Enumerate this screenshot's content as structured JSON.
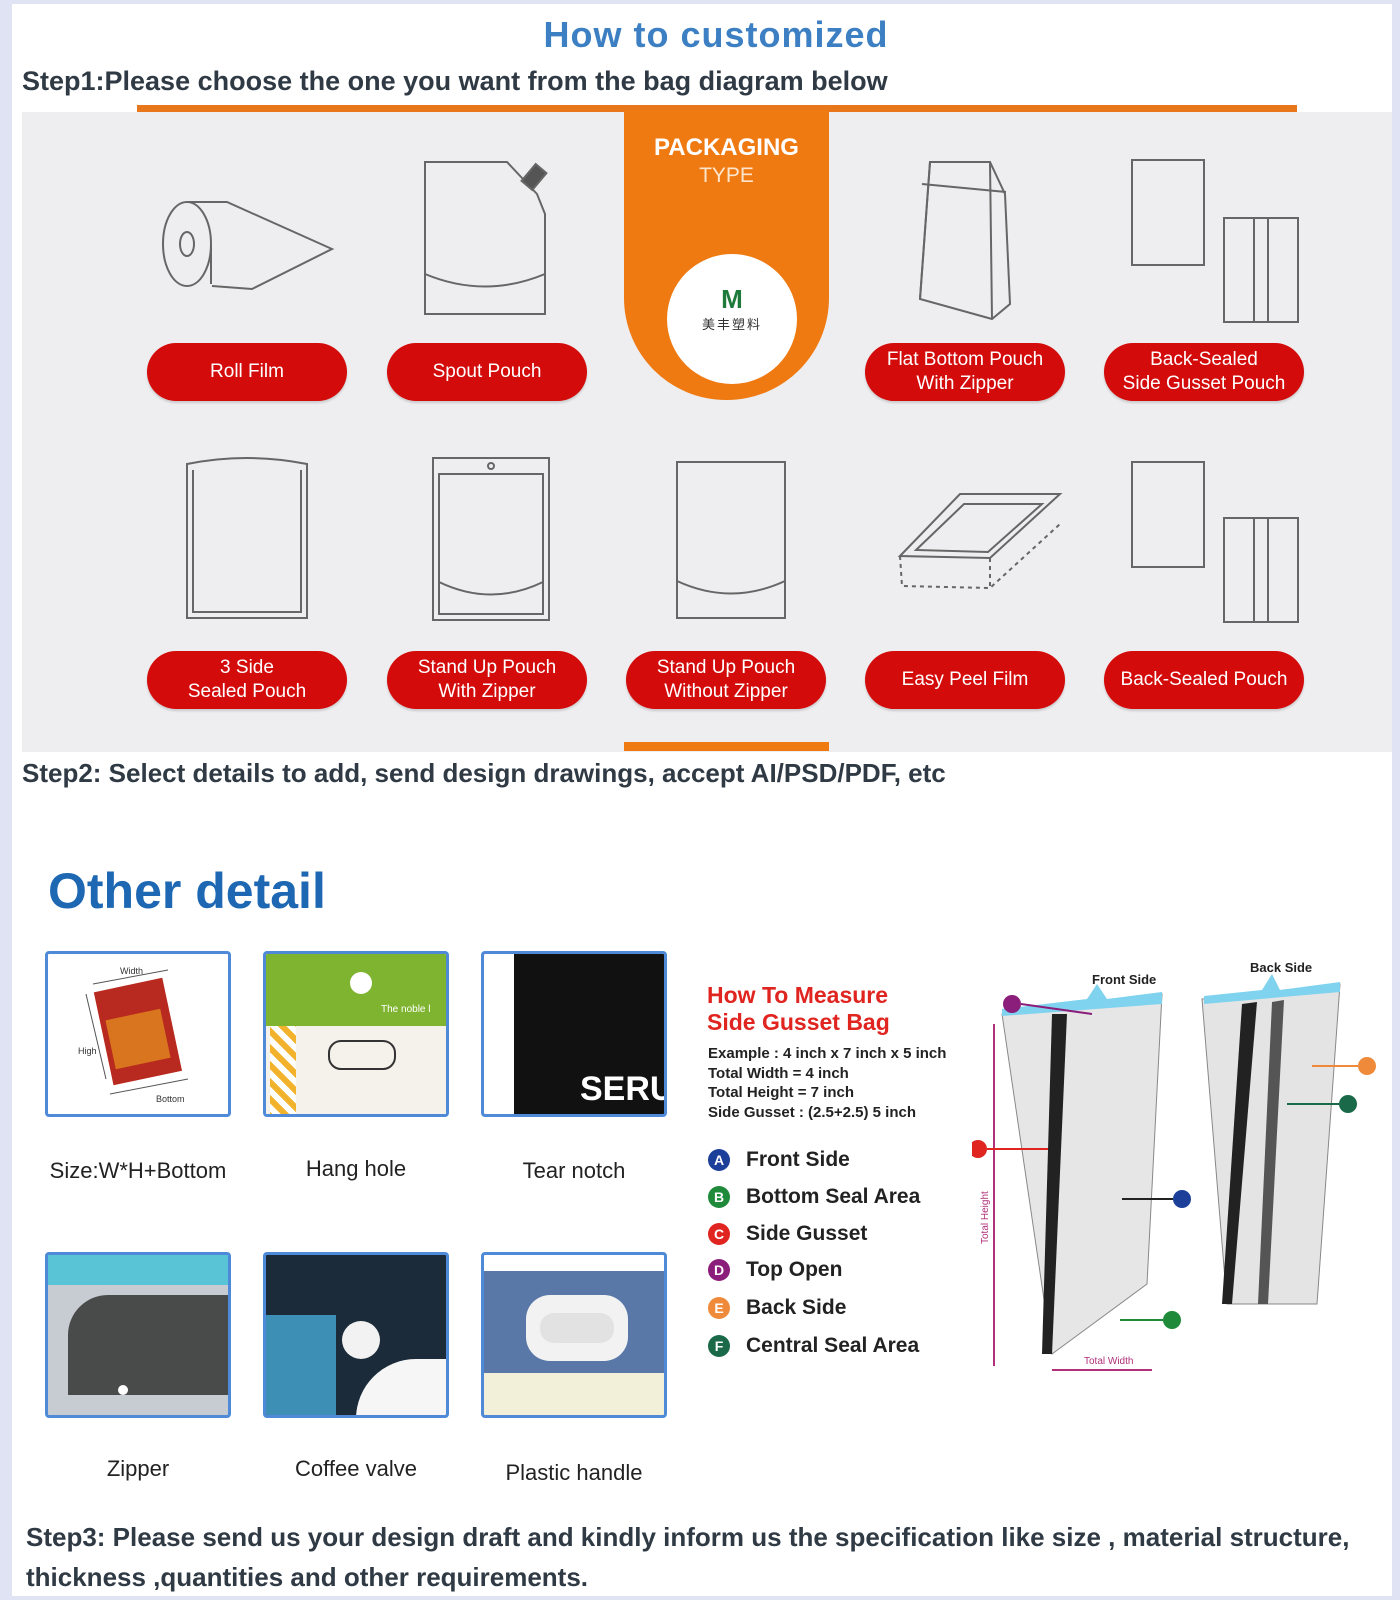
{
  "header": {
    "title": "How to customized",
    "step1": "Step1:Please choose the one you want from the bag diagram below"
  },
  "packaging": {
    "banner_title": "PACKAGING",
    "banner_sub": "TYPE",
    "logo_text": "美丰塑料",
    "row1": [
      "Roll Film",
      "Spout Pouch",
      "Flat Bottom Pouch\nWith Zipper",
      "Back-Sealed\nSide Gusset Pouch"
    ],
    "row2": [
      "3 Side\nSealed Pouch",
      "Stand Up Pouch\nWith Zipper",
      "Stand Up Pouch\nWithout Zipper",
      "Easy Peel Film",
      "Back-Sealed Pouch"
    ]
  },
  "step2": "Step2: Select details to add, send design drawings, accept AI/PSD/PDF, etc",
  "other": {
    "heading": "Other detail",
    "captions": [
      "Size:W*H+Bottom",
      "Hang hole",
      "Tear notch",
      "Zipper",
      "Coffee valve",
      "Plastic handle"
    ],
    "photo_labels": {
      "width": "Width",
      "high": "High",
      "bottom": "Bottom",
      "noble": "The noble l",
      "seru": "SERU"
    }
  },
  "measure": {
    "title_line1": "How To Measure",
    "title_line2": "Side Gusset Bag",
    "example": [
      "Example : 4 inch x 7 inch x 5 inch",
      "Total Width  = 4 inch",
      "Total Height = 7 inch",
      "Side Gusset : (2.5+2.5) 5 inch"
    ],
    "legend": [
      {
        "letter": "A",
        "label": "Front Side",
        "color": "#1c3f9a"
      },
      {
        "letter": "B",
        "label": "Bottom Seal Area",
        "color": "#1f8a3a"
      },
      {
        "letter": "C",
        "label": "Side Gusset",
        "color": "#e0241f"
      },
      {
        "letter": "D",
        "label": "Top Open",
        "color": "#8a1e7a"
      },
      {
        "letter": "E",
        "label": "Back Side",
        "color": "#ef8a3a"
      },
      {
        "letter": "F",
        "label": "Central Seal Area",
        "color": "#1a6a4a"
      }
    ],
    "diagram": {
      "front_side": "Front Side",
      "back_side": "Back Side",
      "total_height": "Total Height",
      "total_width": "Total Width"
    }
  },
  "step3": "Step3: Please send us your design draft and  kindly inform us the specification like size , material structure, thickness ,quantities and other requirements."
}
